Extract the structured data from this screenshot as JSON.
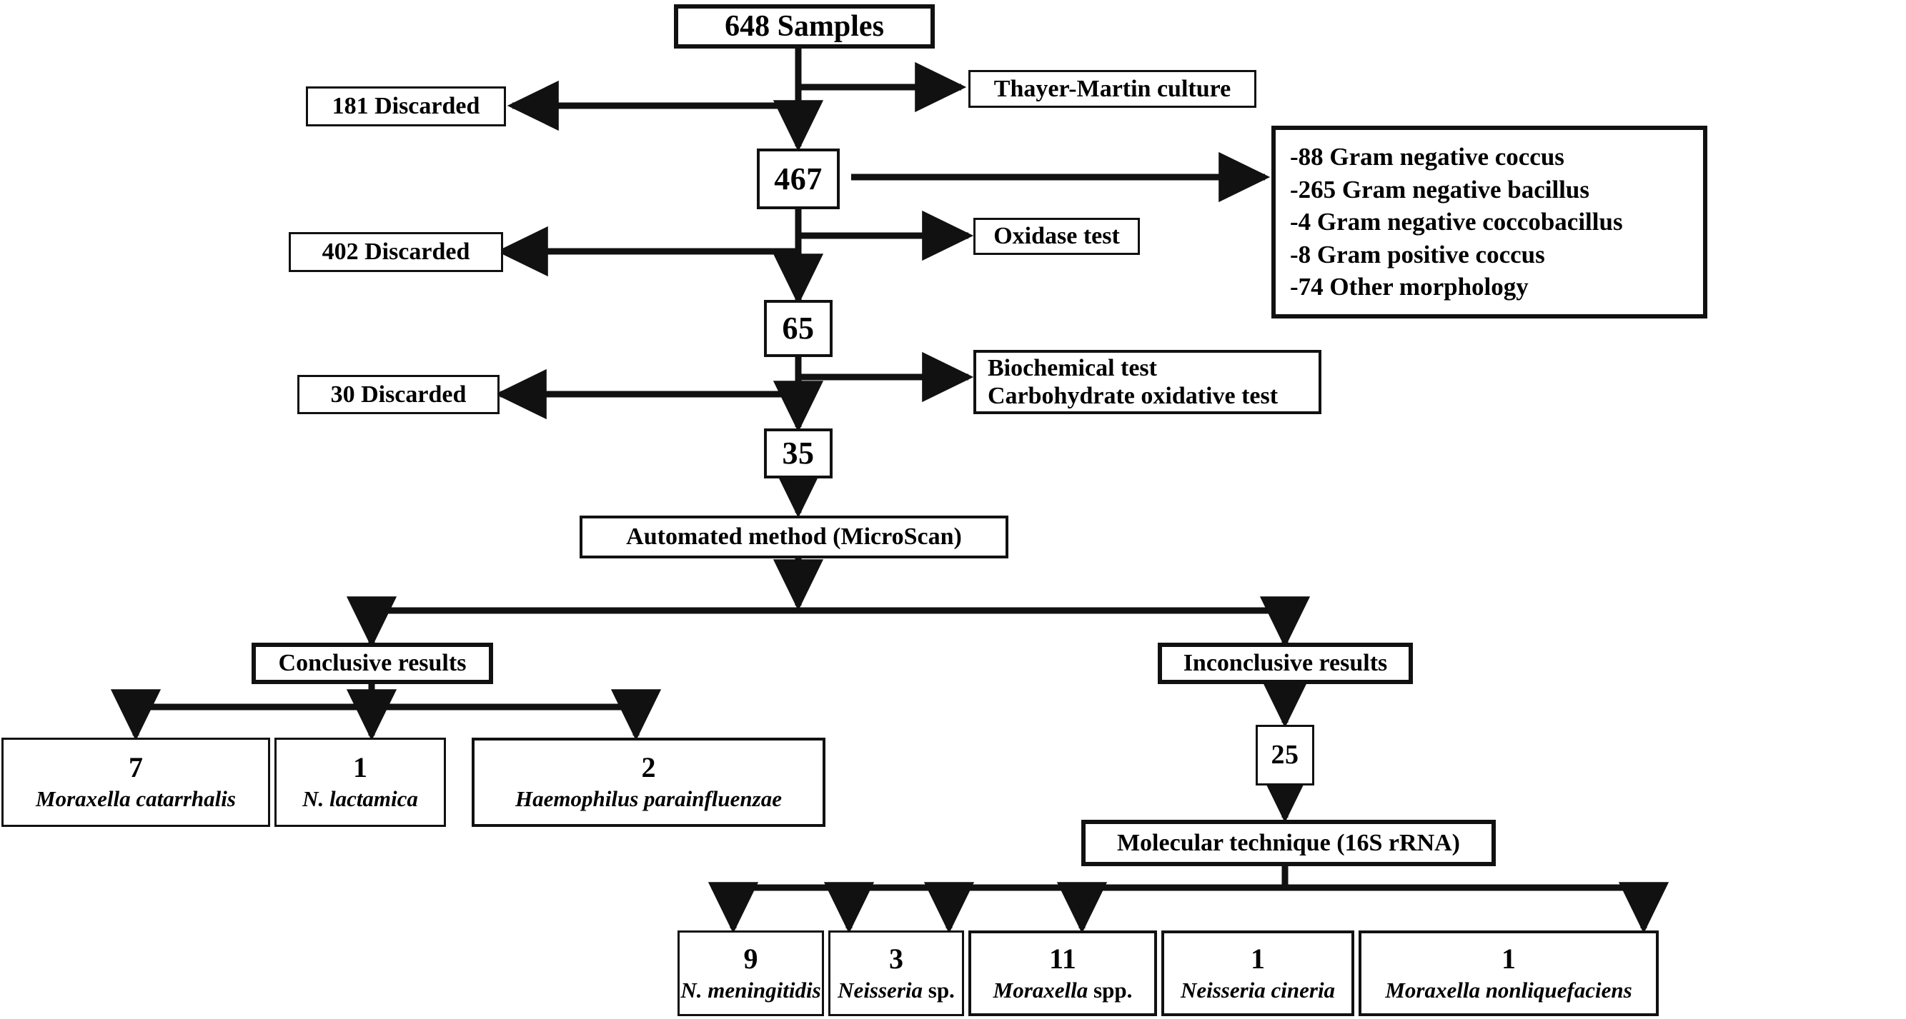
{
  "diagram": {
    "title": "Sample processing and bacterial identification flowchart",
    "line_color": "#111111",
    "box_fill": "#ffffff"
  },
  "nodes": {
    "samples": {
      "label": "648 Samples"
    },
    "thayer_martin": {
      "label": "Thayer-Martin culture"
    },
    "discard_181": {
      "label": "181 Discarded"
    },
    "count_467": {
      "label": "467"
    },
    "gram_results": {
      "lines": [
        "-88 Gram negative coccus",
        "-265 Gram negative bacillus",
        "-4 Gram negative coccobacillus",
        "-8 Gram positive coccus",
        "-74 Other morphology"
      ]
    },
    "oxidase": {
      "label": "Oxidase test"
    },
    "discard_402": {
      "label": "402 Discarded"
    },
    "count_65": {
      "label": "65"
    },
    "biochem": {
      "lines": [
        "Biochemical test",
        "Carbohydrate oxidative test"
      ]
    },
    "discard_30": {
      "label": "30 Discarded"
    },
    "count_35": {
      "label": "35"
    },
    "automated": {
      "label": "Automated method (MicroScan)"
    },
    "conclusive": {
      "label": "Conclusive results"
    },
    "inconclusive": {
      "label": "Inconclusive results"
    },
    "count_25": {
      "label": "25"
    },
    "molecular": {
      "label": "Molecular technique (16S rRNA)"
    }
  },
  "conclusive_results": [
    {
      "count": "7",
      "organism": "Moraxella catarrhalis",
      "suffix": ""
    },
    {
      "count": "1",
      "organism": "N. lactamica",
      "suffix": ""
    },
    {
      "count": "2",
      "organism": "Haemophilus parainfluenzae",
      "suffix": ""
    }
  ],
  "molecular_results": [
    {
      "count": "9",
      "organism": "N. meningitidis",
      "suffix": ""
    },
    {
      "count": "3",
      "organism": "Neisseria",
      "suffix": " sp."
    },
    {
      "count": "11",
      "organism": "Moraxella",
      "suffix": " spp."
    },
    {
      "count": "1",
      "organism": "Neisseria cineria",
      "suffix": ""
    },
    {
      "count": "1",
      "organism": "Moraxella nonliquefaciens",
      "suffix": ""
    }
  ]
}
